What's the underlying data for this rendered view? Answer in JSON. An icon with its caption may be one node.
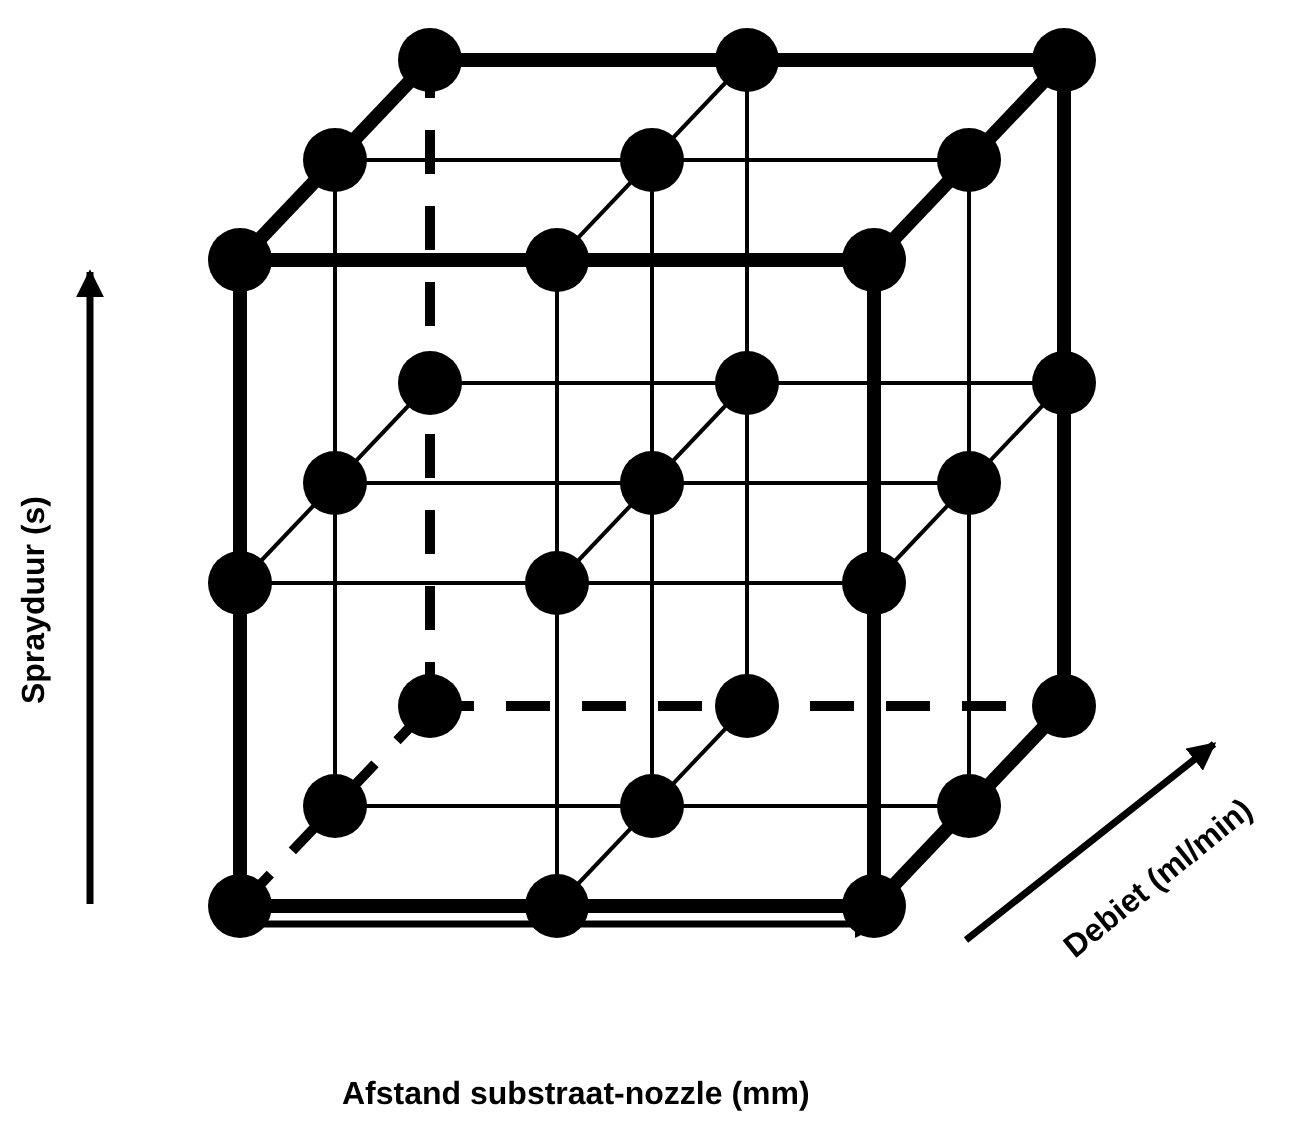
{
  "diagram": {
    "labels": [
      "Sprayduur (s)",
      "Afstand substraat-nozzle (mm)",
      "Debiet (ml/min)"
    ]
  }
}
